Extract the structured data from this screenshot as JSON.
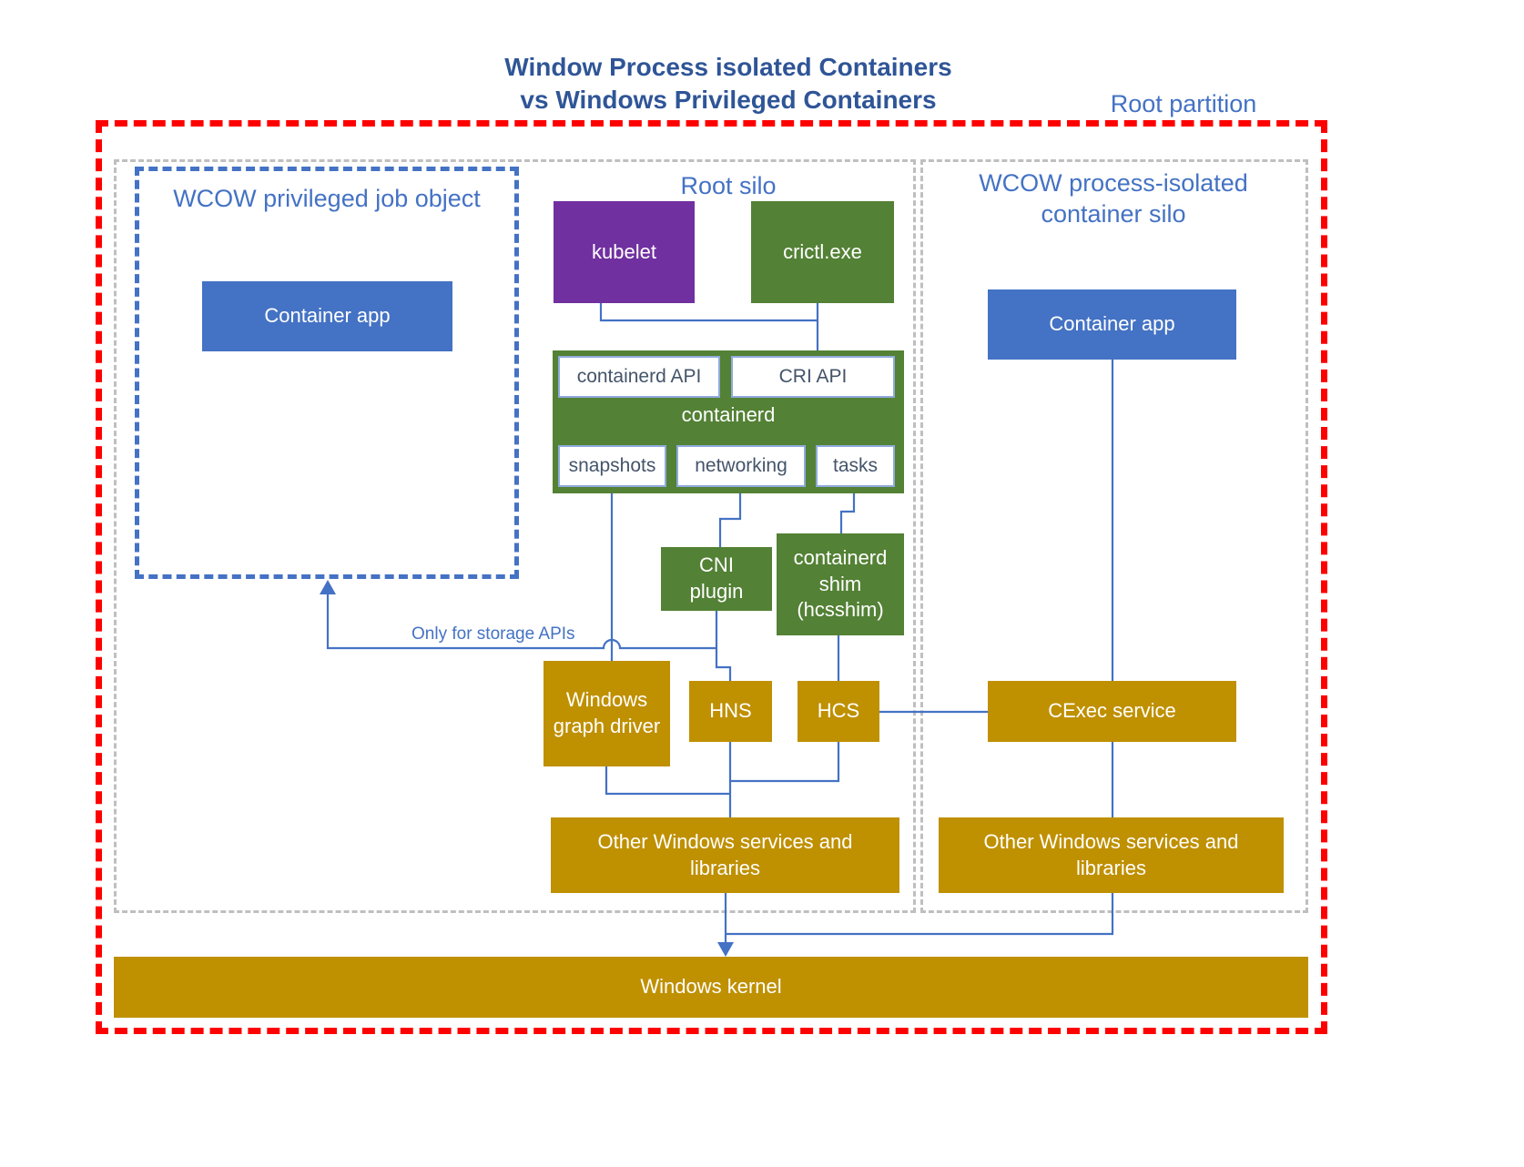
{
  "title": {
    "line1": "Window Process isolated Containers",
    "line2": "vs Windows Privileged Containers"
  },
  "root_partition": {
    "label": "Root partition"
  },
  "privileged_job": {
    "label": "WCOW privileged job object",
    "container_app": "Container app"
  },
  "root_silo": {
    "label": "Root silo",
    "kubelet": "kubelet",
    "crictl": "crictl.exe",
    "containerd": {
      "label": "containerd",
      "containerd_api": "containerd API",
      "cri_api": "CRI API",
      "snapshots": "snapshots",
      "networking": "networking",
      "tasks": "tasks"
    },
    "cni_plugin": "CNI plugin",
    "containerd_shim": "containerd shim (hcsshim)",
    "windows_graph_driver": "Windows graph driver",
    "hns": "HNS",
    "hcs": "HCS",
    "other_services": "Other Windows services and libraries"
  },
  "container_silo": {
    "label_line1": "WCOW process-isolated",
    "label_line2": "container silo",
    "container_app": "Container app",
    "cexec": "CExec service",
    "other_services": "Other Windows services and libraries"
  },
  "notes": {
    "storage": "Only for storage APIs"
  },
  "kernel": {
    "label": "Windows kernel"
  },
  "colors": {
    "title": "#2F5597",
    "label_blue": "#4472C4",
    "box_blue": "#4472C4",
    "purple": "#7030A0",
    "green": "#538135",
    "gold": "#BF9000",
    "line": "#4472C4",
    "red_border": "#FF0000",
    "gray_border": "#BFBFBF"
  }
}
